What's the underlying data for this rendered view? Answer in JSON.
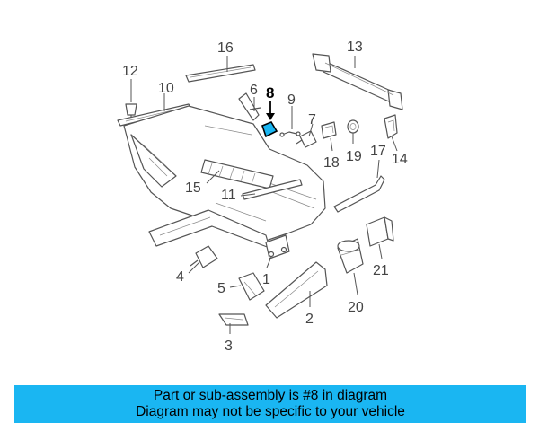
{
  "diagram": {
    "highlighted_part": "8",
    "highlight_color": "#1ab6f2",
    "callouts": [
      "1",
      "2",
      "3",
      "4",
      "5",
      "6",
      "7",
      "8",
      "9",
      "10",
      "11",
      "12",
      "13",
      "14",
      "15",
      "16",
      "17",
      "18",
      "19",
      "20",
      "21"
    ]
  },
  "banner": {
    "line1": "Part or sub-assembly is #8 in diagram",
    "line2": "Diagram may not be specific to your vehicle",
    "background": "#1ab6f2"
  }
}
